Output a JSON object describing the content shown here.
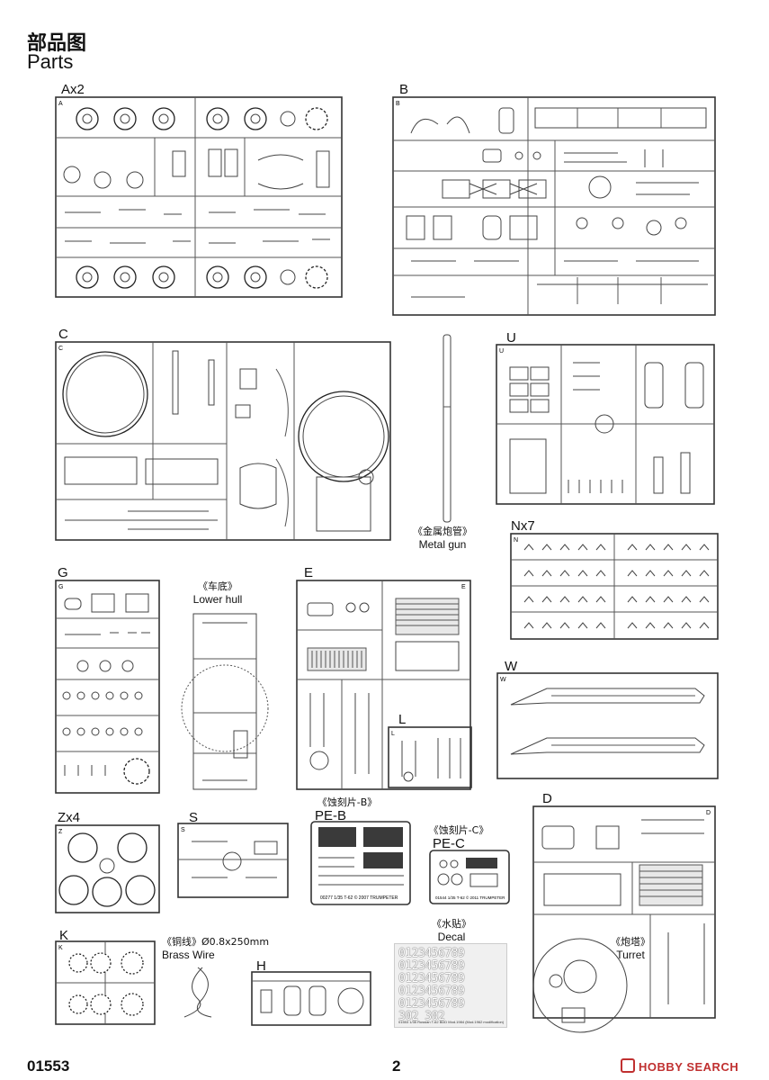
{
  "header": {
    "title_cn": "部品图",
    "title_en": "Parts"
  },
  "sprues": [
    {
      "id": "A",
      "label": "Ax2"
    },
    {
      "id": "B",
      "label": "B"
    },
    {
      "id": "C",
      "label": "C"
    },
    {
      "id": "U",
      "label": "U"
    },
    {
      "id": "N",
      "label": "Nx7"
    },
    {
      "id": "G",
      "label": "G"
    },
    {
      "id": "E",
      "label": "E"
    },
    {
      "id": "W",
      "label": "W"
    },
    {
      "id": "L",
      "label": "L"
    },
    {
      "id": "D",
      "label": "D"
    },
    {
      "id": "Z",
      "label": "Zx4"
    },
    {
      "id": "S",
      "label": "S"
    },
    {
      "id": "PEB",
      "label": "PE-B"
    },
    {
      "id": "PEC",
      "label": "PE-C"
    },
    {
      "id": "K",
      "label": "K"
    },
    {
      "id": "H",
      "label": "H"
    }
  ],
  "captions": {
    "metal_gun_cn": "《金属炮管》",
    "metal_gun_en": "Metal gun",
    "lower_hull_cn": "《车底》",
    "lower_hull_en": "Lower hull",
    "pe_b_cn": "《蚀刻片-B》",
    "pe_c_cn": "《蚀刻片-C》",
    "brass_wire_cn": "《铜线》Ø0.8x250mm",
    "brass_wire_en": "Brass Wire",
    "decal_cn": "《水贴》",
    "decal_en": "Decal",
    "turret_cn": "《炮塔》",
    "turret_en": "Turret"
  },
  "pe_b_marking": "00277 1/35 T-62 © 2007 TRUMPETER",
  "pe_c_marking": "01544 1/35 T-62 © 2011 TRUMPETER",
  "decal": {
    "rows": [
      "0123456789",
      "0123456789",
      "0123456789",
      "0123456789",
      "0123456789"
    ],
    "bottom_row": "302 302",
    "caption": "01553 1/35 Russian T-62 BDD Mod.1984 (Mod.1962 modification)"
  },
  "footer": {
    "code": "01553",
    "page": "2",
    "brand": "HOBBY SEARCH"
  }
}
